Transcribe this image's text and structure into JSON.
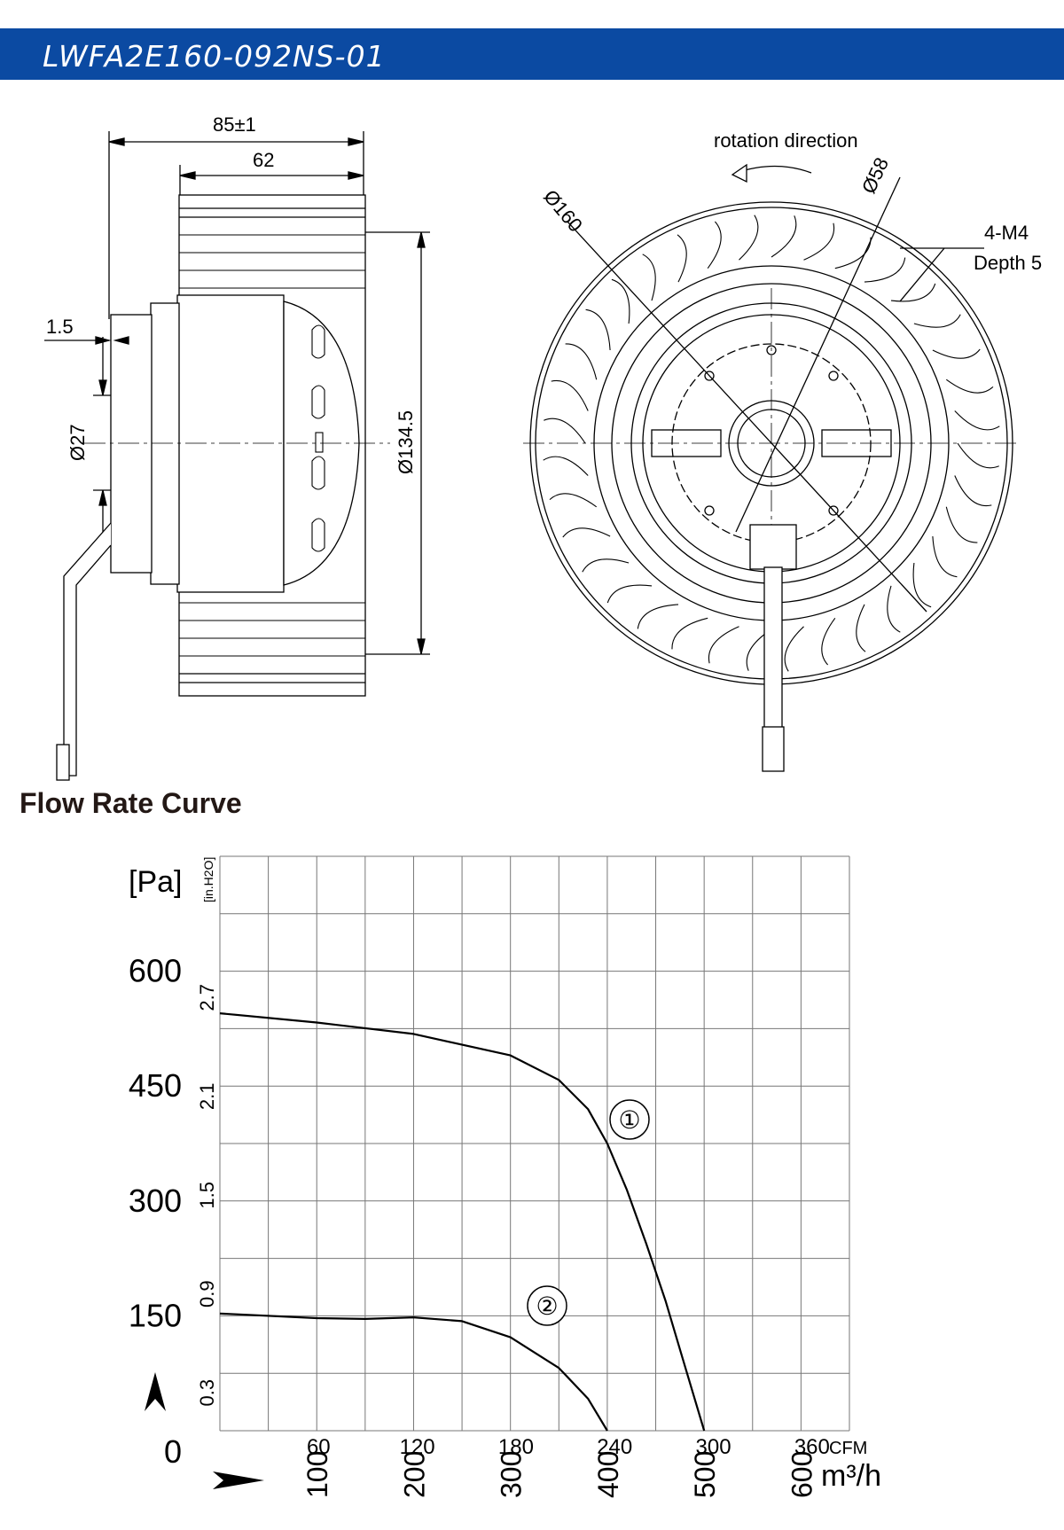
{
  "header": {
    "title": "LWFA2E160-092NS-01",
    "color": "#0b4aa2"
  },
  "drawing": {
    "side_view": {
      "dim_overall": "85±1",
      "dim_body": "62",
      "dim_offset": "1.5",
      "dim_shaft": "Ø27",
      "dim_wheel": "Ø134.5"
    },
    "front_view": {
      "rotation_label": "rotation direction",
      "dim_outer": "Ø160",
      "dim_hub": "Ø58",
      "thread_label": "4-M4",
      "depth_label": "Depth 5"
    }
  },
  "section_title": "Flow Rate Curve",
  "chart_data": {
    "type": "line",
    "title": "",
    "ylabel_primary": "[Pa]",
    "ylabel_secondary": "[in.H2O]",
    "xlabel_primary": "m³/h",
    "xlabel_secondary": "CFM",
    "xlim": [
      0,
      650
    ],
    "ylim": [
      0,
      750
    ],
    "y_ticks_pa": [
      "0",
      "150",
      "300",
      "450",
      "600"
    ],
    "y_ticks_inh2o": [
      "0.3",
      "0.9",
      "1.5",
      "2.1",
      "2.7"
    ],
    "x_ticks_cfm": [
      "60",
      "120",
      "180",
      "240",
      "300",
      "360"
    ],
    "x_ticks_m3h": [
      "100",
      "200",
      "300",
      "400",
      "500",
      "600"
    ],
    "grid": true,
    "series": [
      {
        "name": "①",
        "x": [
          0,
          100,
          200,
          300,
          350,
          380,
          400,
          420,
          440,
          460,
          480,
          500
        ],
        "y": [
          545,
          533,
          518,
          490,
          458,
          420,
          375,
          315,
          245,
          170,
          85,
          0
        ]
      },
      {
        "name": "②",
        "x": [
          0,
          100,
          150,
          200,
          250,
          300,
          350,
          380,
          400
        ],
        "y": [
          153,
          147,
          146,
          148,
          143,
          122,
          82,
          42,
          0
        ]
      }
    ]
  }
}
